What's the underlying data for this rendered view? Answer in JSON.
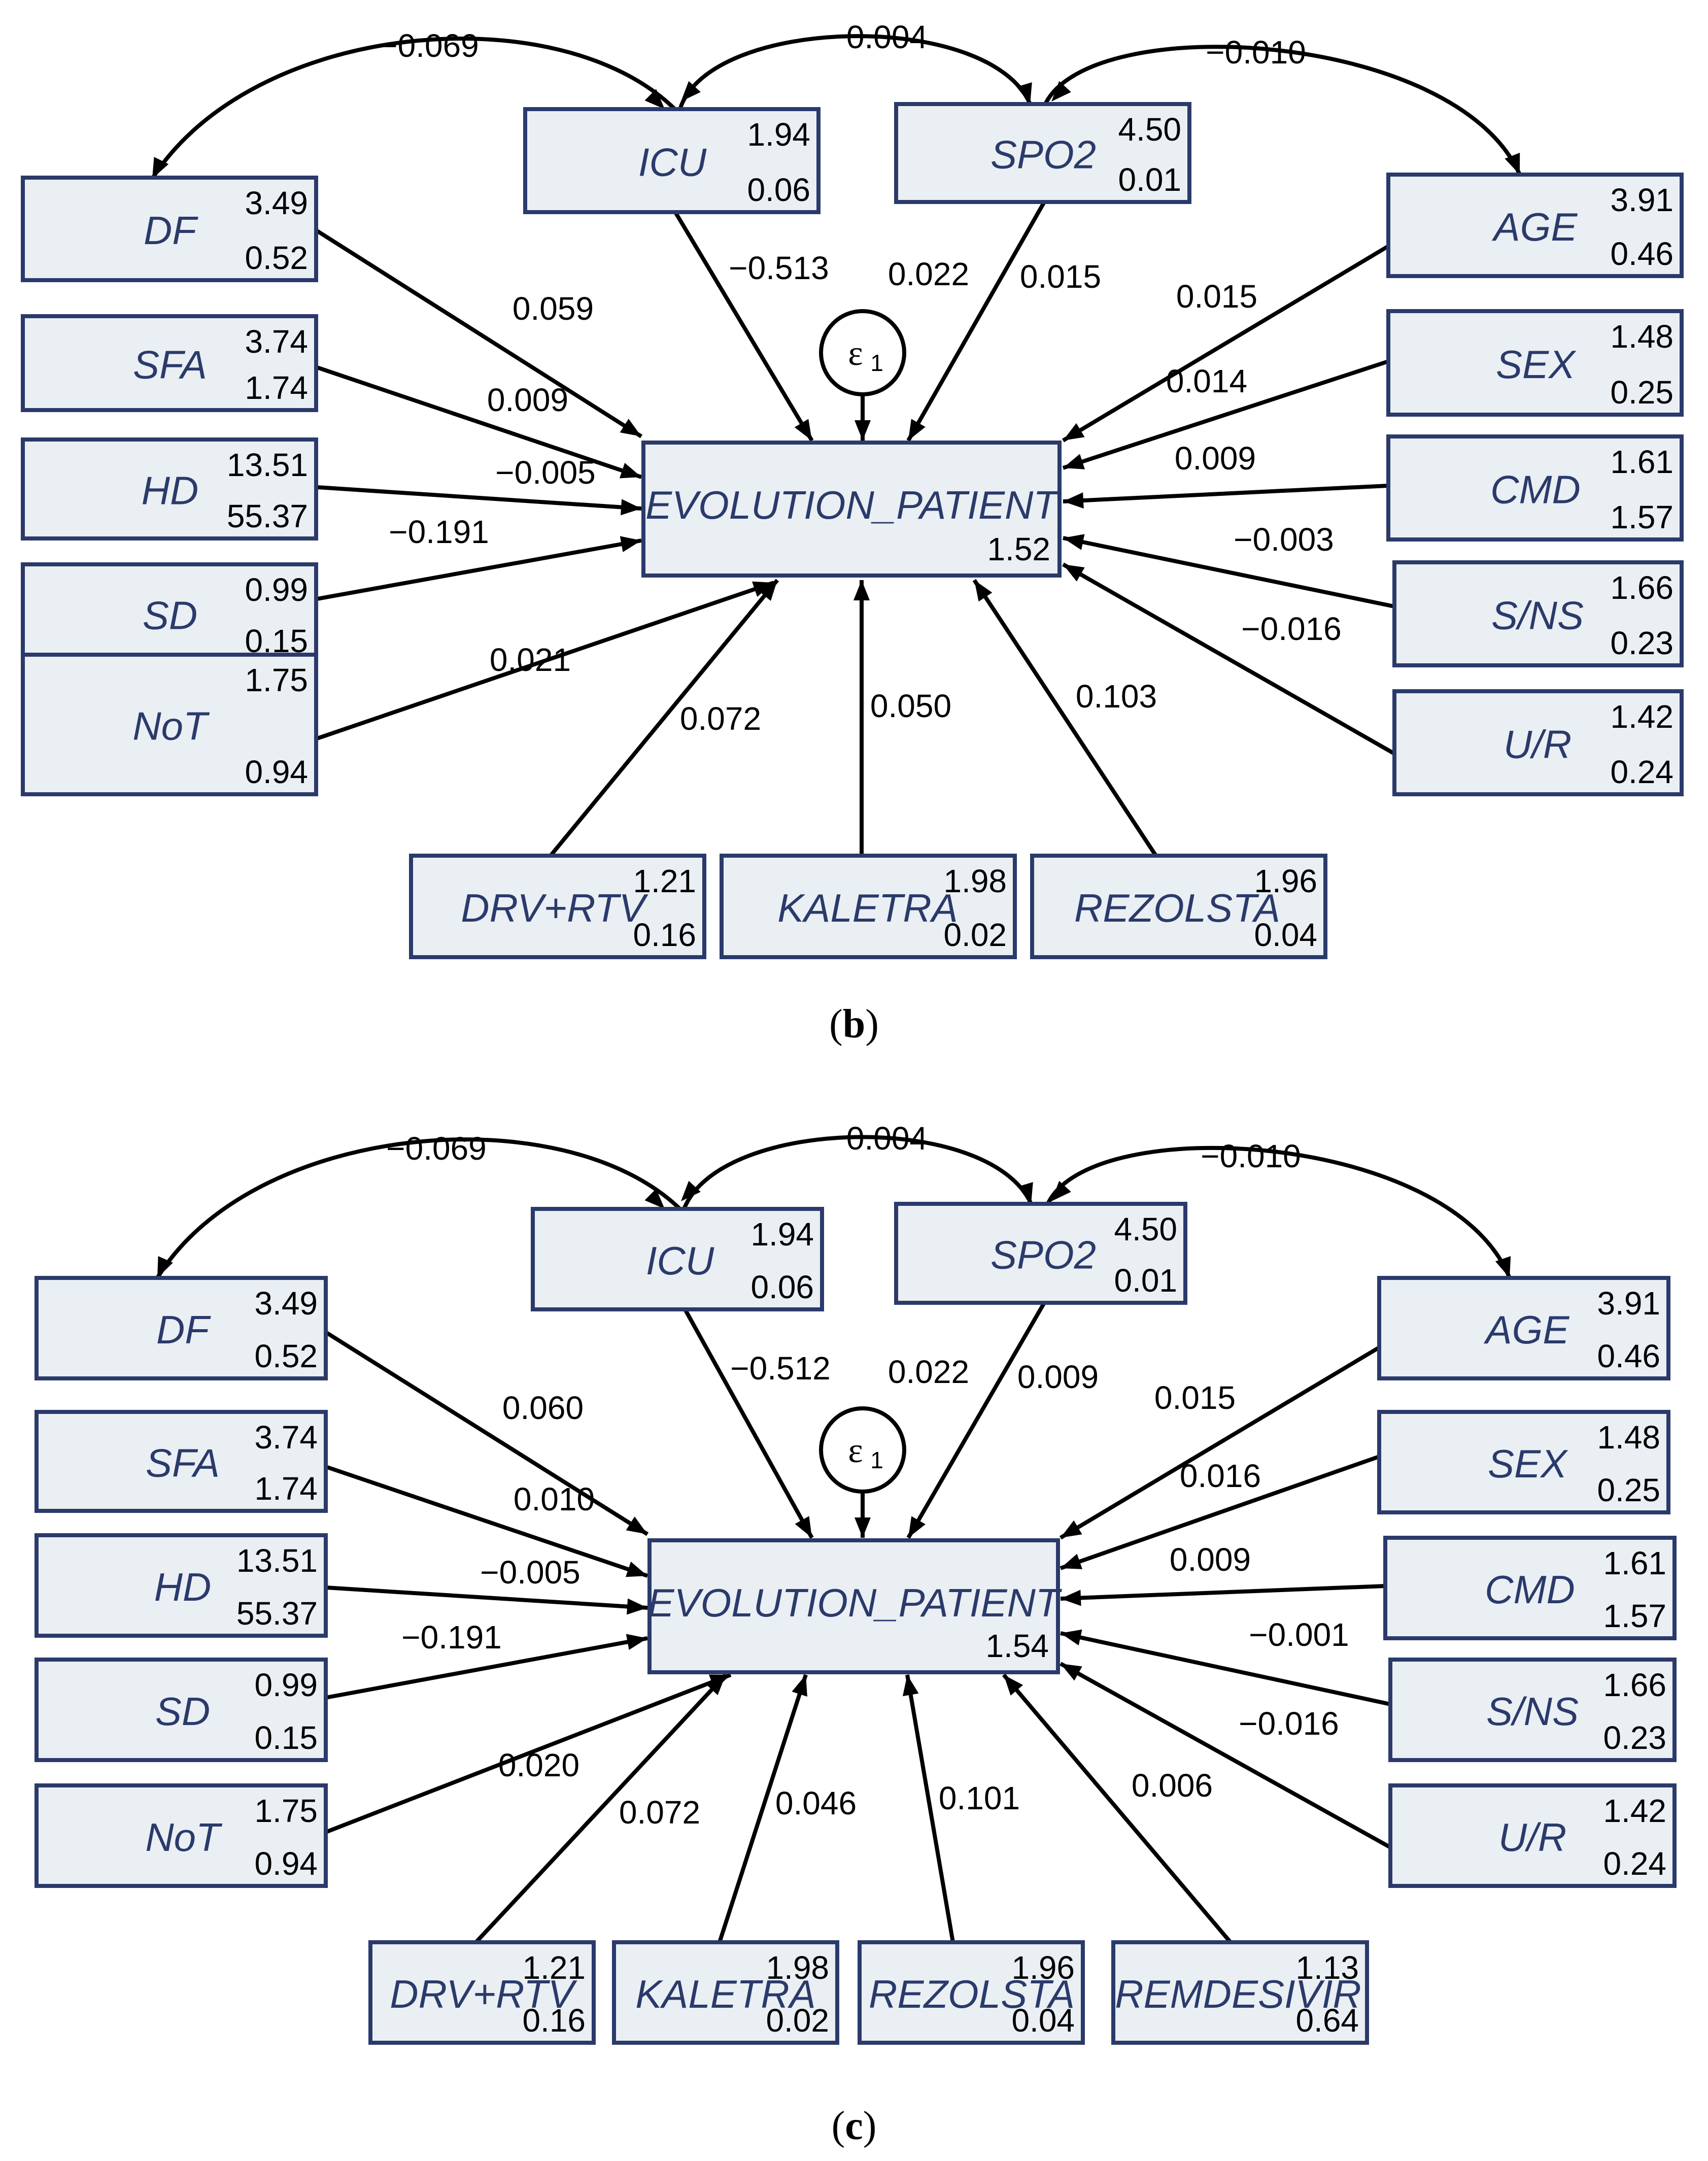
{
  "panels": [
    {
      "label": "(b)",
      "outcome": {
        "name": "EVOLUTION_PATIENT",
        "value": "1.52"
      },
      "error": {
        "symbol": "ε",
        "sub": "1"
      },
      "predictors": [
        {
          "id": "DF",
          "name": "DF",
          "mean": "3.49",
          "var": "0.52",
          "coef": "0.059"
        },
        {
          "id": "SFA",
          "name": "SFA",
          "mean": "3.74",
          "var": "1.74",
          "coef": "0.009"
        },
        {
          "id": "HD",
          "name": "HD",
          "mean": "13.51",
          "var": "55.37",
          "coef": "−0.005"
        },
        {
          "id": "SD",
          "name": "SD",
          "mean": "0.99",
          "var": "0.15",
          "coef": "−0.191"
        },
        {
          "id": "NoT",
          "name": "NoT",
          "mean": "1.75",
          "var": "0.94",
          "coef": "0.021"
        },
        {
          "id": "ICU",
          "name": "ICU",
          "mean": "1.94",
          "var": "0.06",
          "coef": "−0.513"
        },
        {
          "id": "SPO2",
          "name": "SPO2",
          "mean": "4.50",
          "var": "0.01",
          "coef": "0.015"
        },
        {
          "id": "AGE",
          "name": "AGE",
          "mean": "3.91",
          "var": "0.46",
          "coef": "0.015"
        },
        {
          "id": "SEX",
          "name": "SEX",
          "mean": "1.48",
          "var": "0.25",
          "coef": "0.014"
        },
        {
          "id": "CMD",
          "name": "CMD",
          "mean": "1.61",
          "var": "1.57",
          "coef": "0.009"
        },
        {
          "id": "SNS",
          "name": "S/NS",
          "mean": "1.66",
          "var": "0.23",
          "coef": "−0.003"
        },
        {
          "id": "UR",
          "name": "U/R",
          "mean": "1.42",
          "var": "0.24",
          "coef": "−0.016"
        },
        {
          "id": "DRV",
          "name": "DRV+RTV",
          "mean": "1.21",
          "var": "0.16",
          "coef": "0.072"
        },
        {
          "id": "KAL",
          "name": "KALETRA",
          "mean": "1.98",
          "var": "0.02",
          "coef": "0.050"
        },
        {
          "id": "REZ",
          "name": "REZOLSTA",
          "mean": "1.96",
          "var": "0.04",
          "coef": "0.103"
        }
      ],
      "error_coef": "0.022",
      "covariances": [
        {
          "from": "ICU",
          "to": "DF",
          "value": "−0.069"
        },
        {
          "from": "ICU",
          "to": "SPO2",
          "value": "0.004"
        },
        {
          "from": "SPO2",
          "to": "AGE",
          "value": "−0.010"
        }
      ]
    },
    {
      "label": "(c)",
      "outcome": {
        "name": "EVOLUTION_PATIENT",
        "value": "1.54"
      },
      "error": {
        "symbol": "ε",
        "sub": "1"
      },
      "predictors": [
        {
          "id": "DF",
          "name": "DF",
          "mean": "3.49",
          "var": "0.52",
          "coef": "0.060"
        },
        {
          "id": "SFA",
          "name": "SFA",
          "mean": "3.74",
          "var": "1.74",
          "coef": "0.010"
        },
        {
          "id": "HD",
          "name": "HD",
          "mean": "13.51",
          "var": "55.37",
          "coef": "−0.005"
        },
        {
          "id": "SD",
          "name": "SD",
          "mean": "0.99",
          "var": "0.15",
          "coef": "−0.191"
        },
        {
          "id": "NoT",
          "name": "NoT",
          "mean": "1.75",
          "var": "0.94",
          "coef": "0.020"
        },
        {
          "id": "ICU",
          "name": "ICU",
          "mean": "1.94",
          "var": "0.06",
          "coef": "−0.512"
        },
        {
          "id": "SPO2",
          "name": "SPO2",
          "mean": "4.50",
          "var": "0.01",
          "coef": "0.009"
        },
        {
          "id": "AGE",
          "name": "AGE",
          "mean": "3.91",
          "var": "0.46",
          "coef": "0.015"
        },
        {
          "id": "SEX",
          "name": "SEX",
          "mean": "1.48",
          "var": "0.25",
          "coef": "0.016"
        },
        {
          "id": "CMD",
          "name": "CMD",
          "mean": "1.61",
          "var": "1.57",
          "coef": "0.009"
        },
        {
          "id": "SNS",
          "name": "S/NS",
          "mean": "1.66",
          "var": "0.23",
          "coef": "−0.001"
        },
        {
          "id": "UR",
          "name": "U/R",
          "mean": "1.42",
          "var": "0.24",
          "coef": "−0.016"
        },
        {
          "id": "DRV",
          "name": "DRV+RTV",
          "mean": "1.21",
          "var": "0.16",
          "coef": "0.072"
        },
        {
          "id": "KAL",
          "name": "KALETRA",
          "mean": "1.98",
          "var": "0.02",
          "coef": "0.046"
        },
        {
          "id": "REZ",
          "name": "REZOLSTA",
          "mean": "1.96",
          "var": "0.04",
          "coef": "0.101"
        },
        {
          "id": "REM",
          "name": "REMDESIVIR",
          "mean": "1.13",
          "var": "0.64",
          "coef": "0.006"
        }
      ],
      "error_coef": "0.022",
      "covariances": [
        {
          "from": "ICU",
          "to": "DF",
          "value": "−0.069"
        },
        {
          "from": "ICU",
          "to": "SPO2",
          "value": "0.004"
        },
        {
          "from": "SPO2",
          "to": "AGE",
          "value": "−0.010"
        }
      ]
    }
  ]
}
